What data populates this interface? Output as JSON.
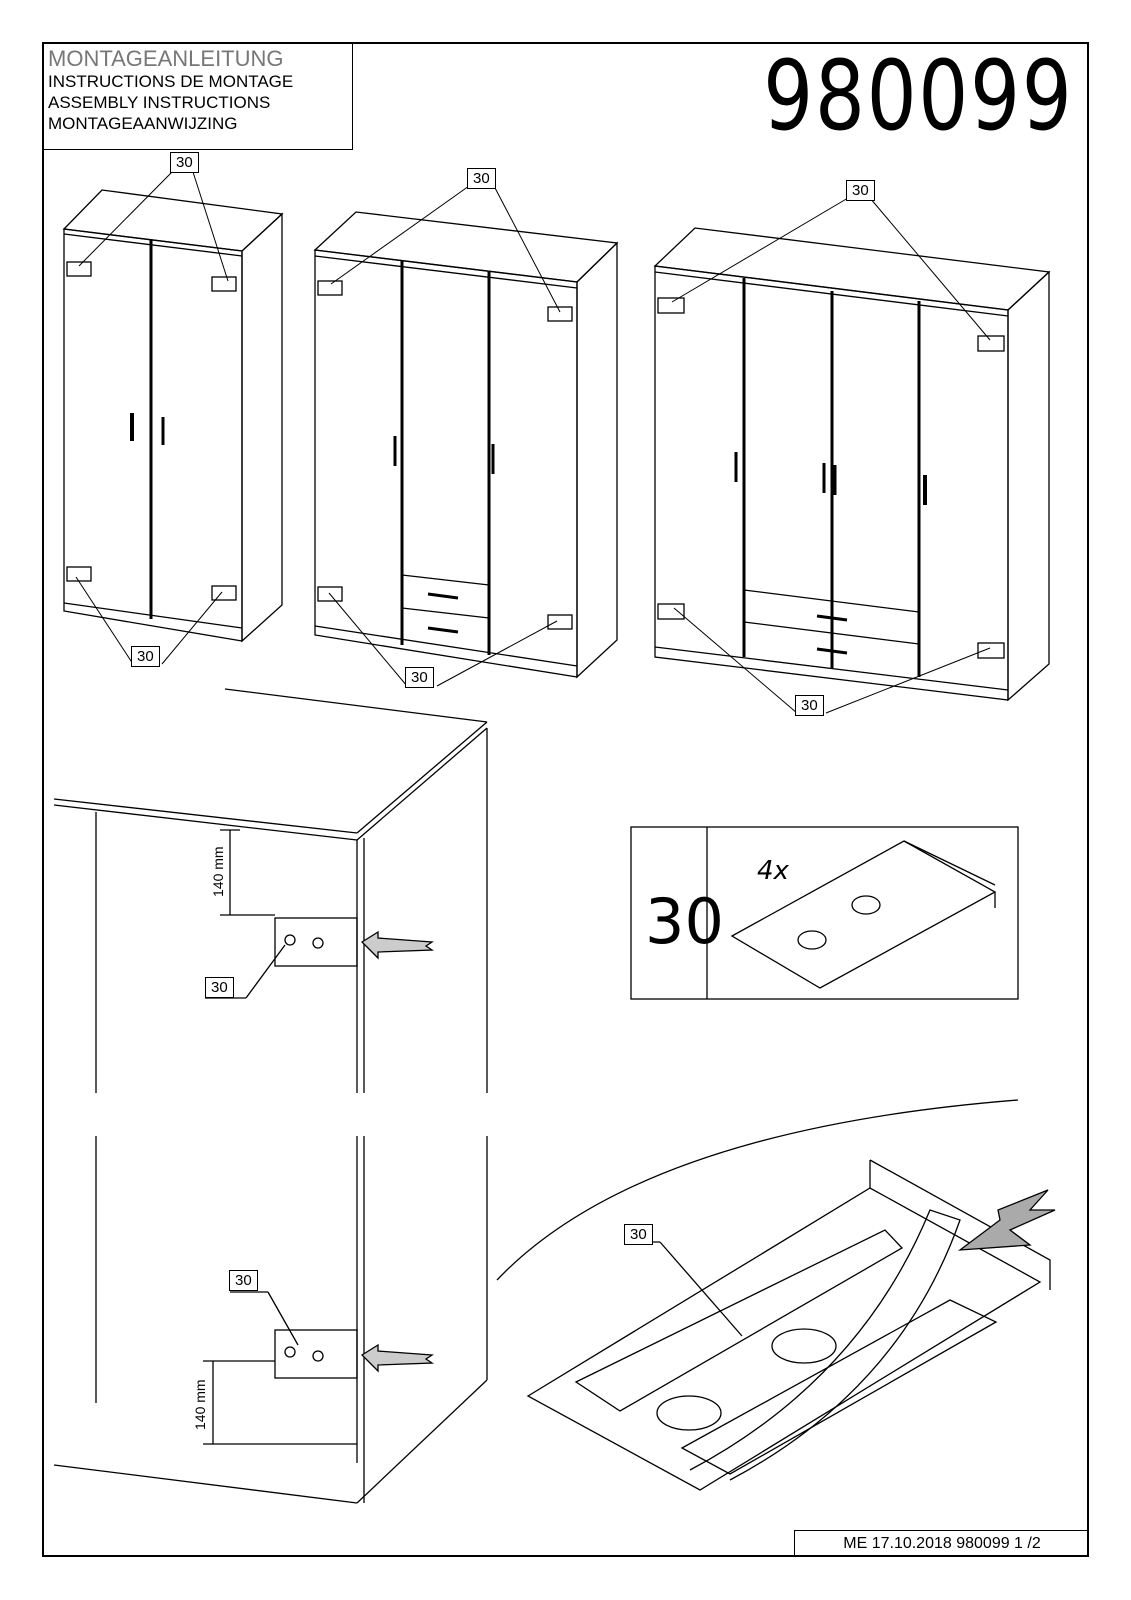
{
  "header": {
    "titles": [
      "MONTAGEANLEITUNG",
      "INSTRUCTIONS DE MONTAGE",
      "ASSEMBLY INSTRUCTIONS",
      "MONTAGEAANWIJZING"
    ],
    "doc_number": "980099"
  },
  "part": {
    "number": "30",
    "quantity": "4x"
  },
  "callouts": {
    "label": "30"
  },
  "dimensions": {
    "top": "140 mm",
    "bottom": "140 mm"
  },
  "footer": {
    "text": "ME   17.10.2018 980099  1 /2"
  }
}
